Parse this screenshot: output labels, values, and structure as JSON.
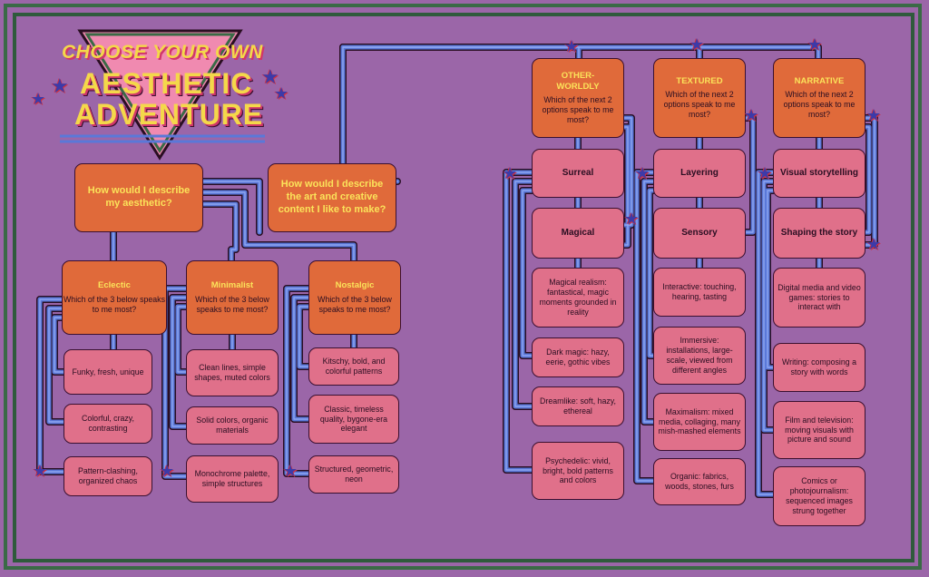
{
  "title": {
    "line1": "CHOOSE YOUR OWN",
    "line2": "AESTHETIC",
    "line3": "ADVENTURE"
  },
  "questions": {
    "aesthetic": "How would I describe my aesthetic?",
    "art": "How would I describe the art and creative content I like to make?"
  },
  "left_categories": [
    {
      "name": "Eclectic",
      "prompt": "Which of the 3 below speaks to me most?",
      "options": [
        "Funky, fresh, unique",
        "Colorful, crazy, contrasting",
        "Pattern-clashing, organized chaos"
      ]
    },
    {
      "name": "Minimalist",
      "prompt": "Which of the 3 below speaks to me most?",
      "options": [
        "Clean lines, simple shapes, muted colors",
        "Solid colors, organic materials",
        "Monochrome palette, simple structures"
      ]
    },
    {
      "name": "Nostalgic",
      "prompt": "Which of the 3 below speaks to me most?",
      "options": [
        "Kitschy, bold, and colorful patterns",
        "Classic, timeless quality, bygone-era elegant",
        "Structured, geometric, neon"
      ]
    }
  ],
  "right_categories": [
    {
      "name": "OTHER-\nWORLDLY",
      "prompt": "Which of the next 2 options speak to me most?",
      "subs": [
        "Surreal",
        "Magical"
      ],
      "options": [
        "Magical realism: fantastical, magic moments grounded in reality",
        "Dark magic: hazy, eerie, gothic vibes",
        "Dreamlike: soft, hazy, ethereal",
        "Psychedelic: vivid, bright, bold patterns and colors"
      ]
    },
    {
      "name": "TEXTURED",
      "prompt": "Which of the next 2 options speak to me most?",
      "subs": [
        "Layering",
        "Sensory"
      ],
      "options": [
        "Interactive: touching, hearing, tasting",
        "Immersive: installations, large-scale, viewed from different angles",
        "Maximalism: mixed media, collaging, many mish-mashed elements",
        "Organic: fabrics, woods, stones, furs"
      ]
    },
    {
      "name": "NARRATIVE",
      "prompt": "Which of the next 2 options speak to me most?",
      "subs": [
        "Visual storytelling",
        "Shaping the story"
      ],
      "options": [
        "Digital media and video games: stories to interact with",
        "Writing: composing a story with words",
        "Film and television: moving visuals with picture and sound",
        "Comics or photojournalism: sequenced images strung together"
      ]
    }
  ],
  "colors": {
    "background": "#9b66a8",
    "question_box": "#e06a3a",
    "option_box": "#e0708a",
    "title_yellow": "#fbe35a",
    "wire_blue": "#5a78d8",
    "frame_green": "#3a6a46"
  }
}
